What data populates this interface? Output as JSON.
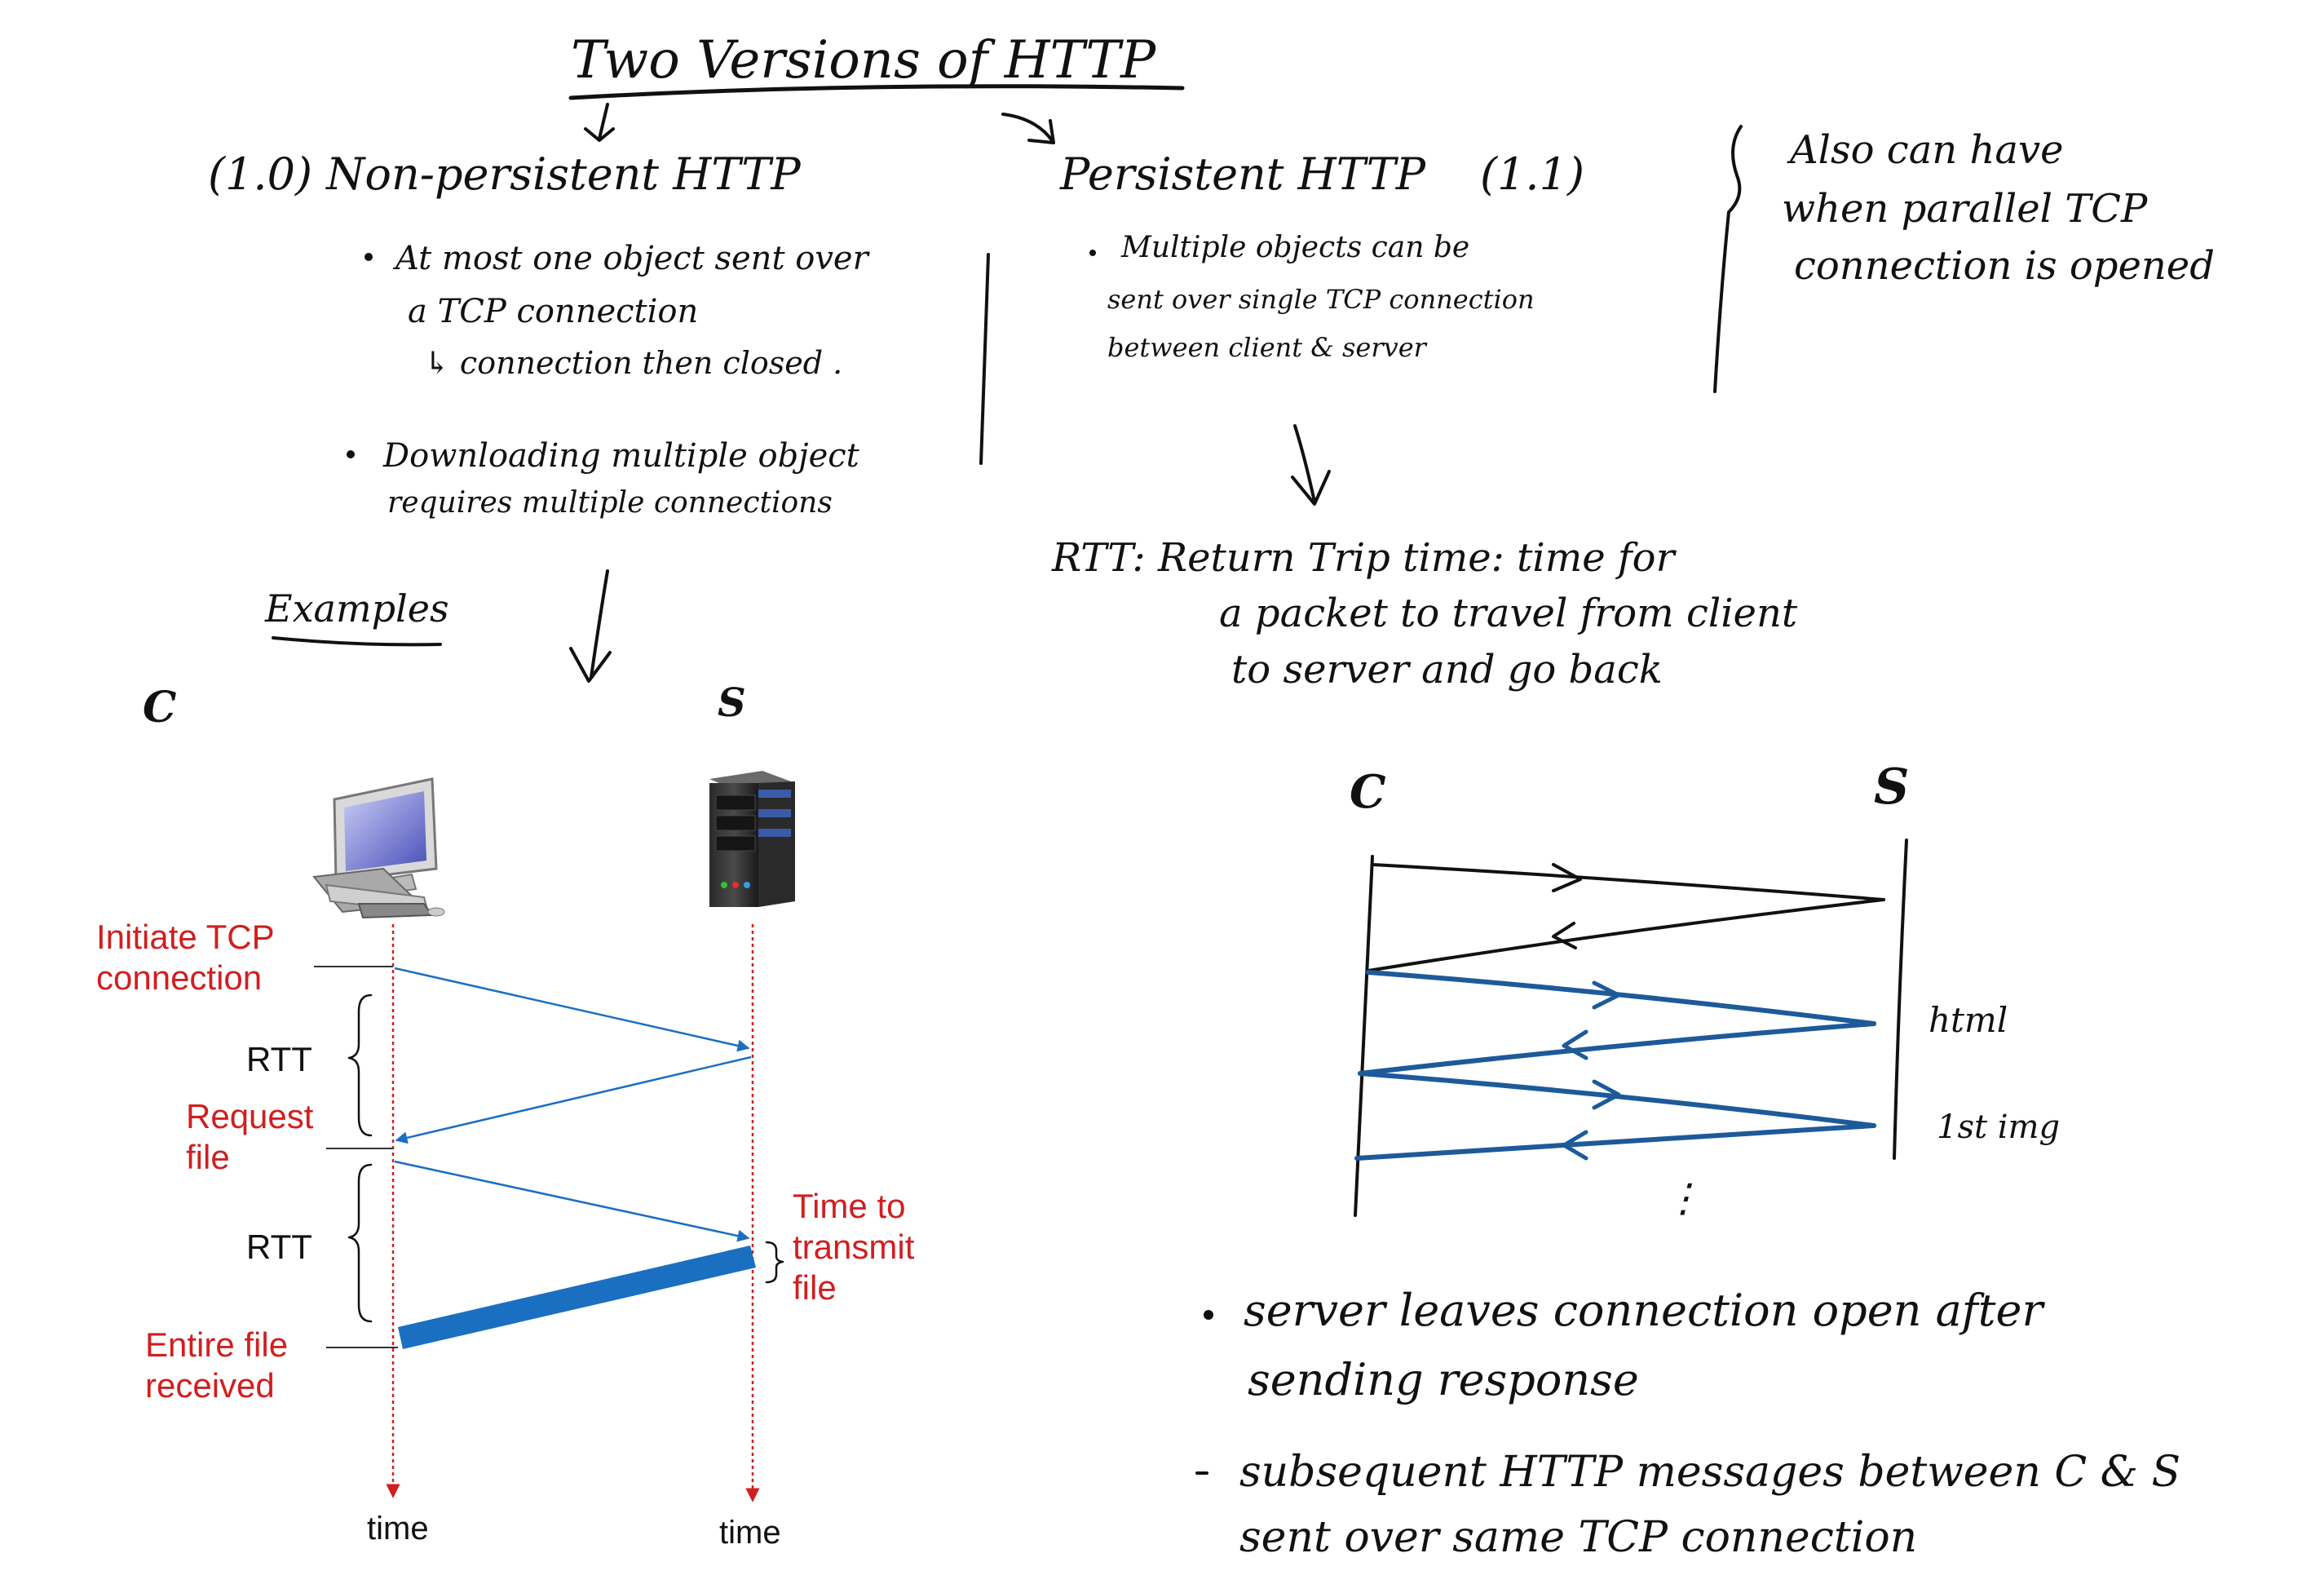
{
  "title": "Two Versions of HTTP",
  "left": {
    "heading": "(1.0) Non-persistent HTTP",
    "bullets": [
      "At most one object sent over",
      "a TCP connection",
      "↳ connection then closed .",
      "Downloading multiple object",
      "requires multiple connections"
    ],
    "examples_label": "Examples"
  },
  "right": {
    "heading": "Persistent HTTP",
    "version": "(1.1)",
    "bullets": [
      "Multiple objects can be",
      "sent over single TCP connection",
      "between client & server"
    ],
    "rtt_definition": [
      "RTT: Return Trip time: time for",
      "a packet to travel from client",
      "to server and go back"
    ]
  },
  "side_note": [
    "Also can have",
    "when parallel TCP",
    "connection is opened"
  ],
  "nonpersistent_diagram": {
    "client_label": "C",
    "server_label": "S",
    "initiate": [
      "Initiate TCP",
      "connection"
    ],
    "rtt1": "RTT",
    "request": [
      "Request",
      "file"
    ],
    "rtt2": "RTT",
    "transmit": [
      "Time to",
      "transmit",
      "file"
    ],
    "received": [
      "Entire file",
      "received"
    ],
    "time_left": "time",
    "time_right": "time",
    "colors": {
      "red": "#d01f1f",
      "blue": "#1a6fc0"
    }
  },
  "persistent_diagram": {
    "client_label": "C",
    "server_label": "S",
    "html_label": "html",
    "img_label": "1st img",
    "dots": "⋮"
  },
  "bottom_notes": [
    "server leaves connection open after",
    "sending response",
    "subsequent HTTP messages between C & S",
    "sent over same TCP connection"
  ]
}
